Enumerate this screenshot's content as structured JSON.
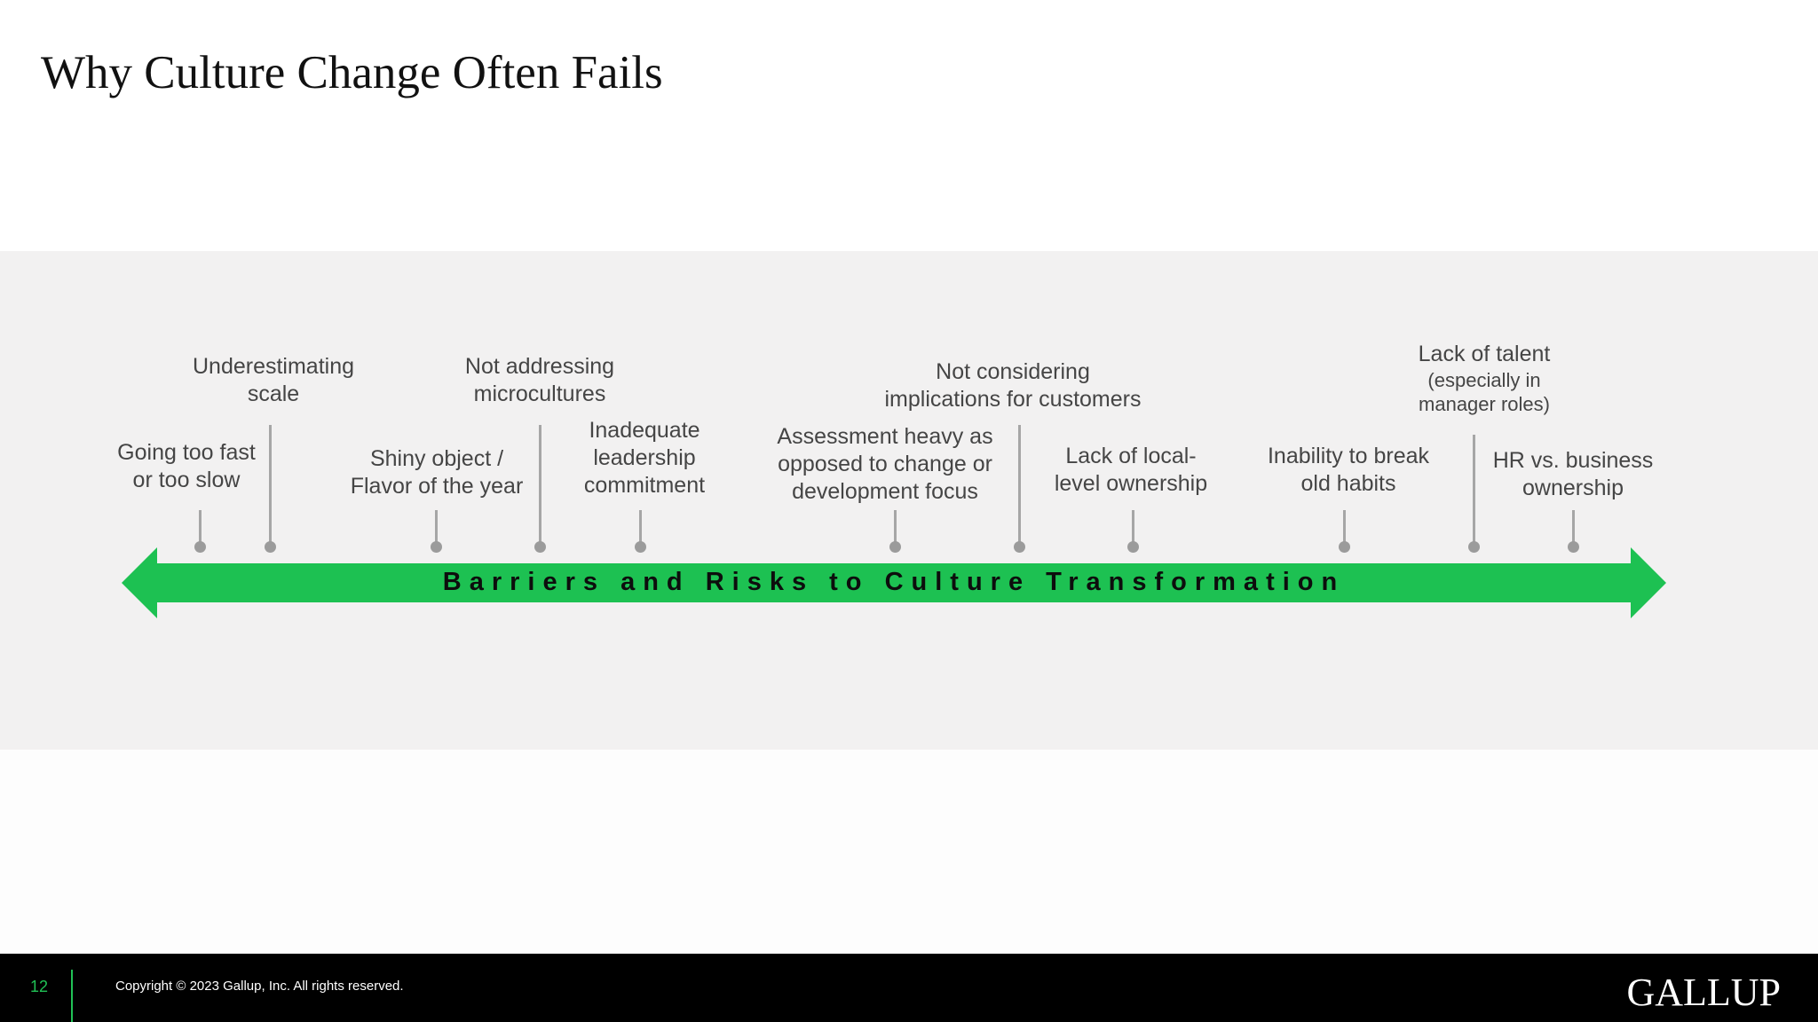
{
  "slide": {
    "title": "Why Culture Change Often Fails"
  },
  "diagram": {
    "arrow_label": "Barriers and Risks to Culture Transformation",
    "arrow_color": "#1dc152",
    "barriers": [
      {
        "lines": [
          "Going too fast",
          "or too slow"
        ]
      },
      {
        "lines": [
          "Underestimating",
          "scale"
        ]
      },
      {
        "lines": [
          "Shiny object /",
          "Flavor of the year"
        ]
      },
      {
        "lines": [
          "Not addressing",
          "microcultures"
        ]
      },
      {
        "lines": [
          "Inadequate",
          "leadership",
          "commitment"
        ]
      },
      {
        "lines": [
          "Assessment heavy as",
          "opposed to change or",
          "development focus"
        ]
      },
      {
        "lines": [
          "Not considering",
          "implications for customers"
        ]
      },
      {
        "lines": [
          "Lack of local-",
          "level ownership"
        ]
      },
      {
        "lines": [
          "Inability to break",
          "old habits"
        ]
      },
      {
        "lines": [
          "Lack of talent",
          "(especially in",
          "manager roles)"
        ]
      },
      {
        "lines": [
          "HR vs. business",
          "ownership"
        ]
      }
    ]
  },
  "footer": {
    "page_number": "12",
    "copyright": "Copyright © 2023 Gallup, Inc. All rights reserved.",
    "logo_text": "GALLUP",
    "accent_color": "#20c155"
  }
}
